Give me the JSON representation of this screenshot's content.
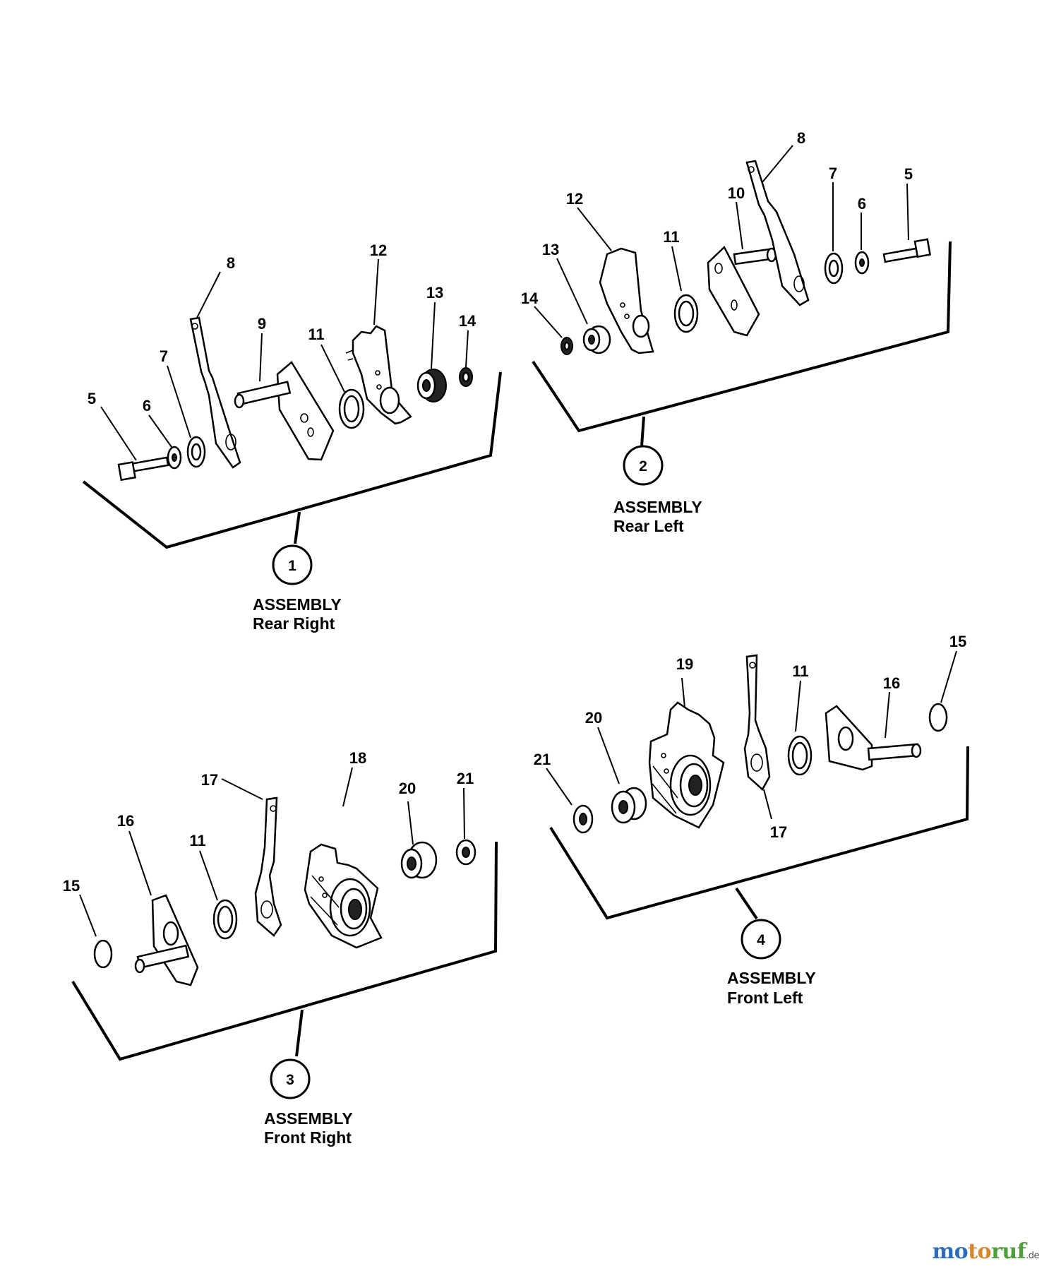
{
  "assemblies": [
    {
      "number": "1",
      "title": "ASSEMBLY",
      "subtitle": "Rear Right"
    },
    {
      "number": "2",
      "title": "ASSEMBLY",
      "subtitle": "Rear Left"
    },
    {
      "number": "3",
      "title": "ASSEMBLY",
      "subtitle": "Front Right"
    },
    {
      "number": "4",
      "title": "ASSEMBLY",
      "subtitle": "Front Left"
    }
  ],
  "callouts": {
    "rear_right": [
      "5",
      "6",
      "7",
      "8",
      "9",
      "11",
      "12",
      "13",
      "14"
    ],
    "rear_left": [
      "14",
      "13",
      "12",
      "11",
      "10",
      "8",
      "7",
      "6",
      "5"
    ],
    "front_right": [
      "15",
      "16",
      "11",
      "17",
      "18",
      "20",
      "21"
    ],
    "front_left": [
      "21",
      "20",
      "19",
      "17",
      "11",
      "16",
      "15"
    ]
  },
  "watermark": {
    "part1": "mo",
    "part2": "to",
    "part3": "ruf",
    "tld": ".de"
  }
}
